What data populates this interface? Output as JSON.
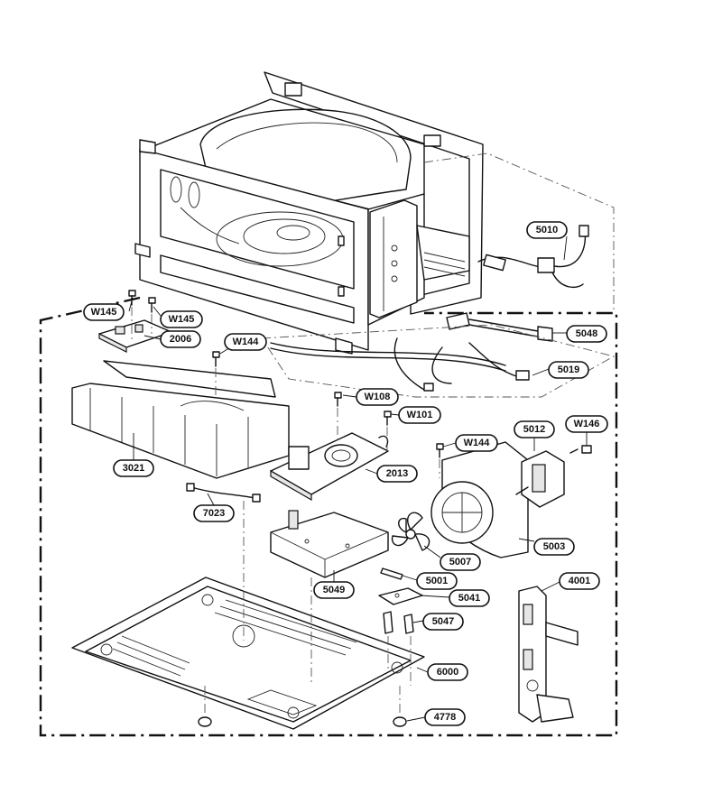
{
  "callouts": [
    {
      "id": "5010",
      "label": "5010"
    },
    {
      "id": "W145a",
      "label": "W145"
    },
    {
      "id": "W145b",
      "label": "W145"
    },
    {
      "id": "2006",
      "label": "2006"
    },
    {
      "id": "W144a",
      "label": "W144"
    },
    {
      "id": "5048",
      "label": "5048"
    },
    {
      "id": "5019",
      "label": "5019"
    },
    {
      "id": "W108",
      "label": "W108"
    },
    {
      "id": "W101",
      "label": "W101"
    },
    {
      "id": "5012",
      "label": "5012"
    },
    {
      "id": "W146",
      "label": "W146"
    },
    {
      "id": "W144b",
      "label": "W144"
    },
    {
      "id": "3021",
      "label": "3021"
    },
    {
      "id": "2013",
      "label": "2013"
    },
    {
      "id": "7023",
      "label": "7023"
    },
    {
      "id": "5003",
      "label": "5003"
    },
    {
      "id": "5007",
      "label": "5007"
    },
    {
      "id": "5001",
      "label": "5001"
    },
    {
      "id": "4001",
      "label": "4001"
    },
    {
      "id": "5049",
      "label": "5049"
    },
    {
      "id": "5041",
      "label": "5041"
    },
    {
      "id": "5047",
      "label": "5047"
    },
    {
      "id": "6000",
      "label": "6000"
    },
    {
      "id": "4778",
      "label": "4778"
    }
  ]
}
